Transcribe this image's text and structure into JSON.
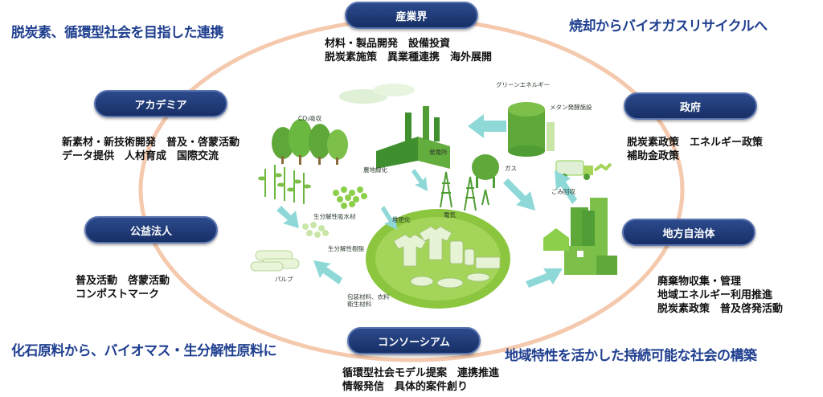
{
  "corners": {
    "top_left": "脱炭素、循環型社会を目指した連携",
    "top_right": "焼却からバイオガスリサイクルへ",
    "bottom_left": "化石原料から、バイオマス・生分解性原料に",
    "bottom_right": "地域特性を活かした持続可能な社会の構築"
  },
  "stakeholders": {
    "industry": {
      "label": "産業界",
      "lines": [
        "材料・製品開発　設備投資",
        "脱炭素施策　異業種連携　海外展開"
      ]
    },
    "academia": {
      "label": "アカデミア",
      "lines": [
        "新素材・新技術開発　普及・啓蒙活動",
        "データ提供　人材育成　国際交流"
      ]
    },
    "government": {
      "label": "政府",
      "lines": [
        "脱炭素政策　エネルギー政策",
        "補助金政策"
      ]
    },
    "public_corp": {
      "label": "公益法人",
      "lines": [
        "普及活動　啓蒙活動",
        "コンポストマーク"
      ]
    },
    "local_gov": {
      "label": "地方自治体",
      "lines": [
        "廃棄物収集・管理",
        "地域エネルギー利用推進",
        "脱炭素政策　普及啓発活動"
      ]
    },
    "consortium": {
      "label": "コンソーシアム",
      "lines": [
        "循環型社会モデル提案　連携推進",
        "情報発信　具体的案件創り"
      ]
    }
  },
  "cycle_labels": {
    "co2": "CO₂吸収",
    "green_energy": "グリーンエネルギー",
    "methane": "メタン発酵施設",
    "power_plant": "発電所",
    "gas": "ガス",
    "garbage": "ごみ回収",
    "agri": "農地緑化",
    "biodeg_absorb": "生分解性吸水材",
    "fertilizer": "堆肥化",
    "electricity": "電気",
    "biodeg_resin": "生分解性樹脂",
    "pulp": "パルプ",
    "products": "包装材料、衣料\n衛生材料"
  },
  "colors": {
    "ring": "#f4c9ad",
    "pill": "#1d3570",
    "heading": "#1f3f8f",
    "green": "#7cbf3c",
    "arrow": "#7fd3d6"
  }
}
